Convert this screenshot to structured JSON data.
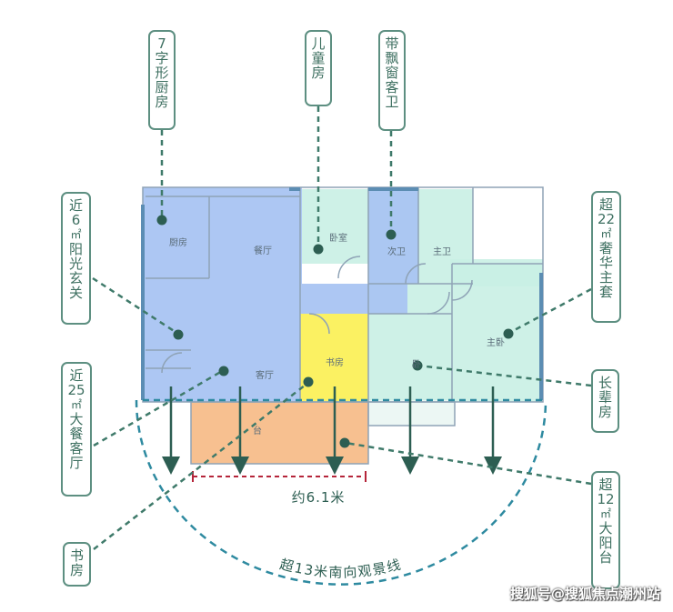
{
  "rooms": {
    "kitchen": "厨房",
    "dining": "餐厅",
    "bedroom_child": "卧室",
    "second_bath": "次卫",
    "master_bath": "主卫",
    "master_bedroom": "主卧",
    "living": "客厅",
    "study": "书房",
    "elder_bedroom": "卧",
    "balcony": "台"
  },
  "callouts": {
    "kitchen": [
      "7",
      "字",
      "形",
      "厨",
      "房"
    ],
    "child_room": [
      "儿",
      "童",
      "房"
    ],
    "bay_bath": [
      "带",
      "飘",
      "窗",
      "客",
      "卫"
    ],
    "master_suite": [
      "超",
      "22",
      "㎡",
      "奢",
      "华",
      "主",
      "套"
    ],
    "entrance": [
      "近",
      "6",
      "㎡",
      "阳",
      "光",
      "玄",
      "关"
    ],
    "living_dining": [
      "近",
      "25",
      "㎡",
      "大",
      "餐",
      "客",
      "厅"
    ],
    "elder_room": [
      "长",
      "辈",
      "房"
    ],
    "balcony": [
      "超",
      "12",
      "㎡",
      "大",
      "阳",
      "台"
    ],
    "study": [
      "书",
      "房"
    ]
  },
  "measure_label": "约6.1米",
  "arc_label": "超13米南向观景线",
  "watermark": "搜狐号@搜狐焦点潮州站",
  "colors": {
    "blue_zone": "#a9c4f2",
    "mint_zone": "#c9f0e4",
    "study_zone": "#fbf05a",
    "balcony_zone": "#f7bd8a",
    "accent_dark": "#2d5e52",
    "arc_teal": "#2e8aa0",
    "measure_red": "#b5253a"
  }
}
